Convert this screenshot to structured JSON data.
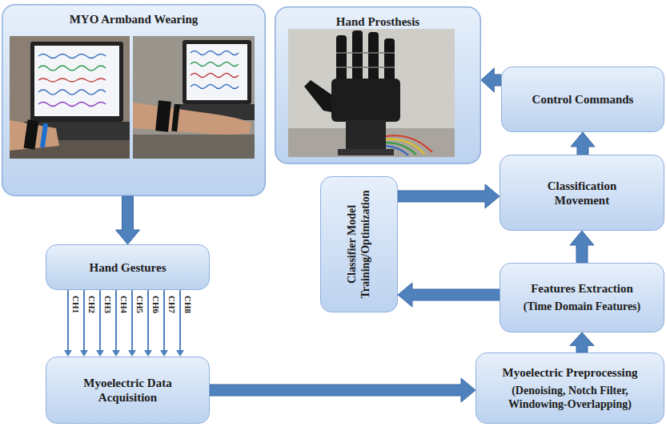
{
  "diagram": {
    "nodes": [
      {
        "text": [
          "MYO Armband Wearing"
        ]
      },
      {
        "text": [
          "Hand Prosthesis"
        ]
      },
      {
        "text": [
          "Control Commands"
        ]
      },
      {
        "text": [
          "Classification Movement"
        ]
      },
      {
        "text": [
          "Classifier Model Training/Optimization"
        ]
      },
      {
        "text": [
          "Hand Gestures"
        ]
      },
      {
        "text": [
          "Features Extraction",
          "(Time Domain Features)"
        ]
      },
      {
        "text": [
          "Myoelectric Data Acquisition"
        ]
      },
      {
        "text": [
          "Myoelectric Preprocessing",
          "(Denoising, Notch Filter, Windowing-Overlapping)"
        ]
      }
    ],
    "edges": [
      {
        "from": 0,
        "to": 5,
        "arrow": "to"
      },
      {
        "from": 5,
        "to": 7,
        "label": "CH1",
        "arrow": "to"
      },
      {
        "from": 5,
        "to": 7,
        "label": "CH2",
        "arrow": "to"
      },
      {
        "from": 5,
        "to": 7,
        "label": "CH3",
        "arrow": "to"
      },
      {
        "from": 5,
        "to": 7,
        "label": "CH4",
        "arrow": "to"
      },
      {
        "from": 5,
        "to": 7,
        "label": "CH5",
        "arrow": "to"
      },
      {
        "from": 5,
        "to": 7,
        "label": "CH6",
        "arrow": "to"
      },
      {
        "from": 5,
        "to": 7,
        "label": "CH7",
        "arrow": "to"
      },
      {
        "from": 5,
        "to": 7,
        "label": "CH8",
        "arrow": "to"
      },
      {
        "from": 7,
        "to": 8,
        "arrow": "to"
      },
      {
        "from": 8,
        "to": 6,
        "arrow": "to"
      },
      {
        "from": 6,
        "to": 4,
        "arrow": "to"
      },
      {
        "from": 4,
        "to": 3,
        "arrow": "to"
      },
      {
        "from": 6,
        "to": 3,
        "arrow": "to"
      },
      {
        "from": 3,
        "to": 2,
        "arrow": "to"
      },
      {
        "from": 2,
        "to": 1,
        "arrow": "to"
      }
    ]
  }
}
